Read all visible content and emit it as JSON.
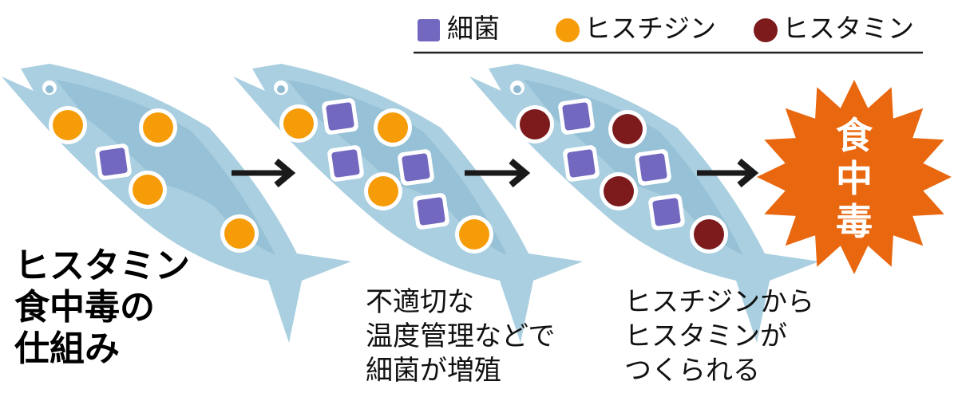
{
  "legend": {
    "items": [
      {
        "key": "bacteria",
        "label": "細菌",
        "shape": "square",
        "color": "#7268c0"
      },
      {
        "key": "histidine",
        "label": "ヒスチジン",
        "shape": "circle",
        "color": "#f59c08"
      },
      {
        "key": "histamine",
        "label": "ヒスタミン",
        "shape": "circle",
        "color": "#7d1a1c"
      }
    ]
  },
  "title": {
    "lines": [
      "ヒスタミン",
      "食中毒の",
      "仕組み"
    ]
  },
  "stages": [
    {
      "markers": [
        "histidine",
        "histidine",
        "bacteria",
        "histidine",
        "histidine"
      ],
      "caption": []
    },
    {
      "markers": [
        "histidine",
        "bacteria",
        "histidine",
        "bacteria",
        "bacteria",
        "histidine",
        "bacteria",
        "histidine"
      ],
      "caption": [
        "不適切な",
        "温度管理などで",
        "細菌が増殖"
      ]
    },
    {
      "markers": [
        "histamine",
        "bacteria",
        "histamine",
        "bacteria",
        "bacteria",
        "histamine",
        "bacteria",
        "histamine"
      ],
      "caption": [
        "ヒスチジンから",
        "ヒスタミンが",
        "つくられる"
      ]
    }
  ],
  "result": {
    "lines": [
      "食",
      "中",
      "毒"
    ],
    "color": "#e8670f"
  },
  "colors": {
    "fish": "#a9cfe0",
    "fish_dark": "#8fbbd2",
    "arrow": "#1a1a1a"
  }
}
